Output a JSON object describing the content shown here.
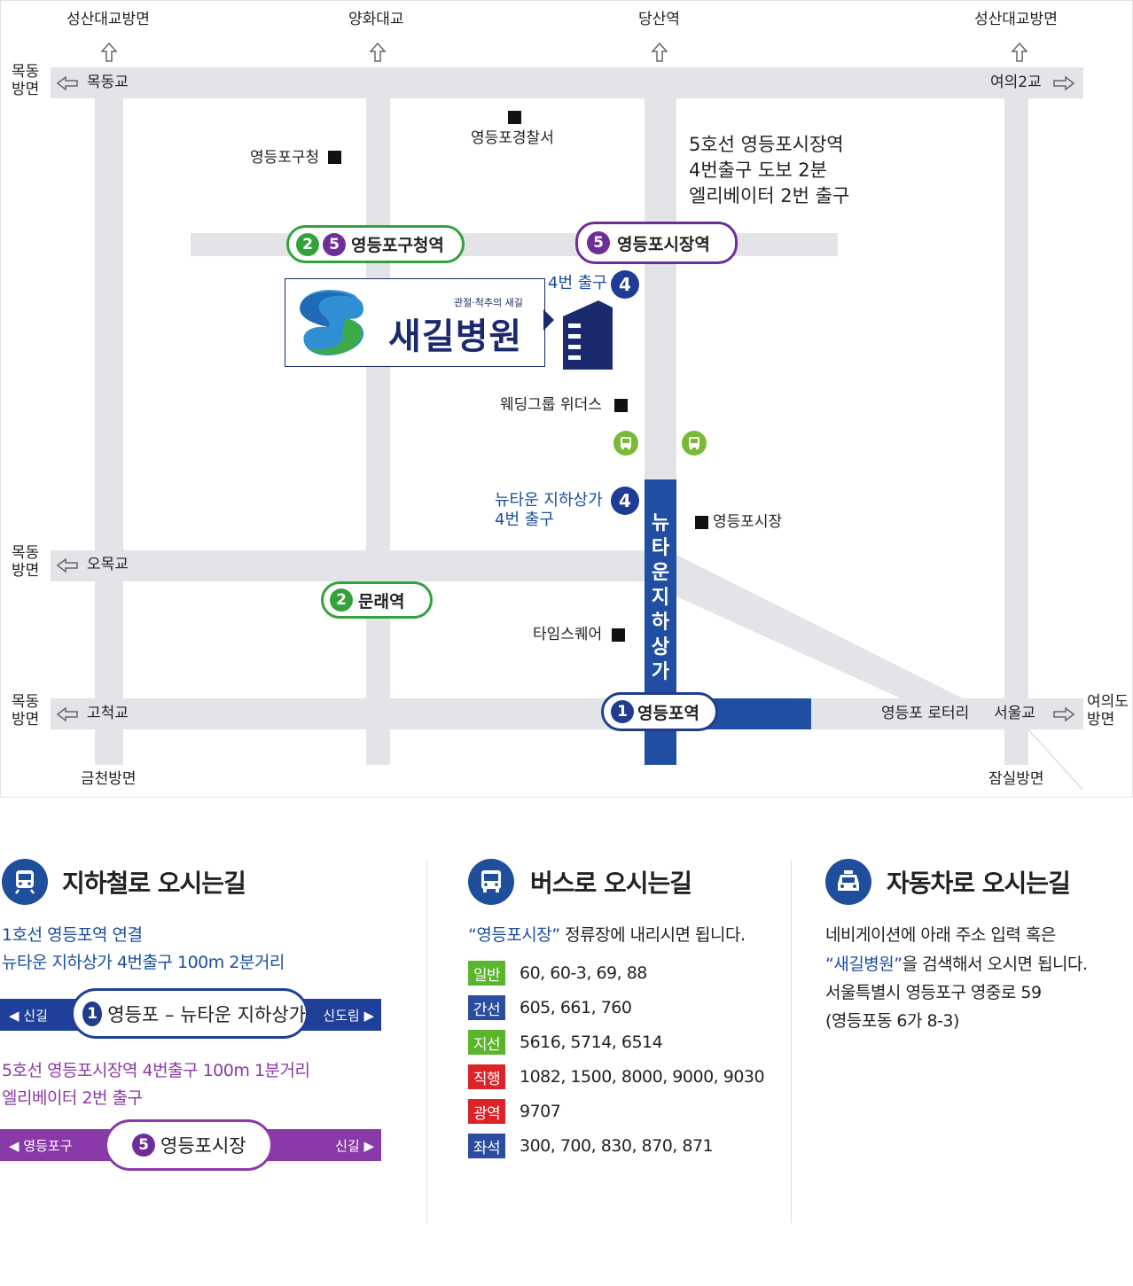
{
  "map": {
    "directions": {
      "top_seongsan_left": "성산대교방면",
      "top_yanghwa": "양화대교",
      "top_dangsan": "당산역",
      "top_seongsan_right": "성산대교방면",
      "left_mokdong_1": "목동\n방면",
      "left_mokdong_2": "목동\n방면",
      "left_mokdong_3": "목동\n방면",
      "right_yeouido": "여의도\n방면",
      "bottom_geumcheon": "금천방면",
      "bottom_jamsil": "잠실방면"
    },
    "bridges": {
      "mokdong": "목동교",
      "yeoui2": "여의2교",
      "omok": "오목교",
      "gocheok": "고척교",
      "seoul": "서울교",
      "rotary": "영등포 로터리"
    },
    "landmarks": {
      "police": "영등포경찰서",
      "gu_office": "영등포구청",
      "wedding": "웨딩그룹 위더스",
      "market": "영등포시장",
      "times_square": "타임스퀘어"
    },
    "station_info": "5호선 영등포시장역\n4번출구 도보 2분\n엘리베이터 2번 출구",
    "stations": {
      "gucheong": {
        "lines": [
          "2",
          "5"
        ],
        "name": "영등포구청역"
      },
      "market": {
        "line": "5",
        "name": "영등포시장역"
      },
      "mullae": {
        "line": "2",
        "name": "문래역"
      },
      "yeongdeungpo": {
        "line": "1",
        "name": "영등포역"
      }
    },
    "exit4": {
      "label": "4번 출구",
      "num": "4"
    },
    "newtown_exit": {
      "label": "뉴타운 지하상가\n4번 출구",
      "num": "4"
    },
    "newtown_vertical": "뉴타운지하상가",
    "hospital": {
      "slogan": "관절·척추의 새길",
      "name": "새길병원"
    }
  },
  "subway": {
    "title": "지하철로 오시는길",
    "line1_text": "1호선 영등포역 연결\n뉴타운 지하상가 4번출구 100m 2분거리",
    "line1_bar": {
      "left": "◀ 신길",
      "num": "1",
      "station": "영등포 – 뉴타운 지하상가",
      "right": "신도림 ▶",
      "color": "#1f3f99"
    },
    "line5_text": "5호선 영등포시장역 4번출구 100m 1분거리\n엘리베이터 2번 출구",
    "line5_bar": {
      "left": "◀ 영등포구",
      "num": "5",
      "station": "영등포시장",
      "right": "신길 ▶",
      "color": "#8a3aa8"
    }
  },
  "bus": {
    "title": "버스로 오시는길",
    "intro_highlight": "“영등포시장”",
    "intro_rest": " 정류장에 내리시면 됩니다.",
    "routes": [
      {
        "type": "일반",
        "color": "#5bb52c",
        "numbers": "60, 60-3, 69, 88"
      },
      {
        "type": "간선",
        "color": "#2b4da0",
        "numbers": "605, 661, 760"
      },
      {
        "type": "지선",
        "color": "#5bb52c",
        "numbers": "5616, 5714, 6514"
      },
      {
        "type": "직행",
        "color": "#dc2328",
        "numbers": "1082, 1500, 8000, 9000, 9030"
      },
      {
        "type": "광역",
        "color": "#dc2328",
        "numbers": "9707"
      },
      {
        "type": "좌석",
        "color": "#2b4da0",
        "numbers": "300, 700, 830, 870, 871"
      }
    ]
  },
  "car": {
    "title": "자동차로 오시는길",
    "line1": "네비게이션에 아래 주소 입력 혹은",
    "line2_highlight": "“새길병원”",
    "line2_rest": "을 검색해서 오시면 됩니다.",
    "line3": "서울특별시 영등포구 영중로 59",
    "line4": "(영등포동 6가 8-3)"
  },
  "colors": {
    "accent_blue": "#1f4e9c",
    "line1": "#223c8c",
    "line2": "#33a23d",
    "line5": "#6f2d9a",
    "highlight_text": "#1a4ea0"
  }
}
